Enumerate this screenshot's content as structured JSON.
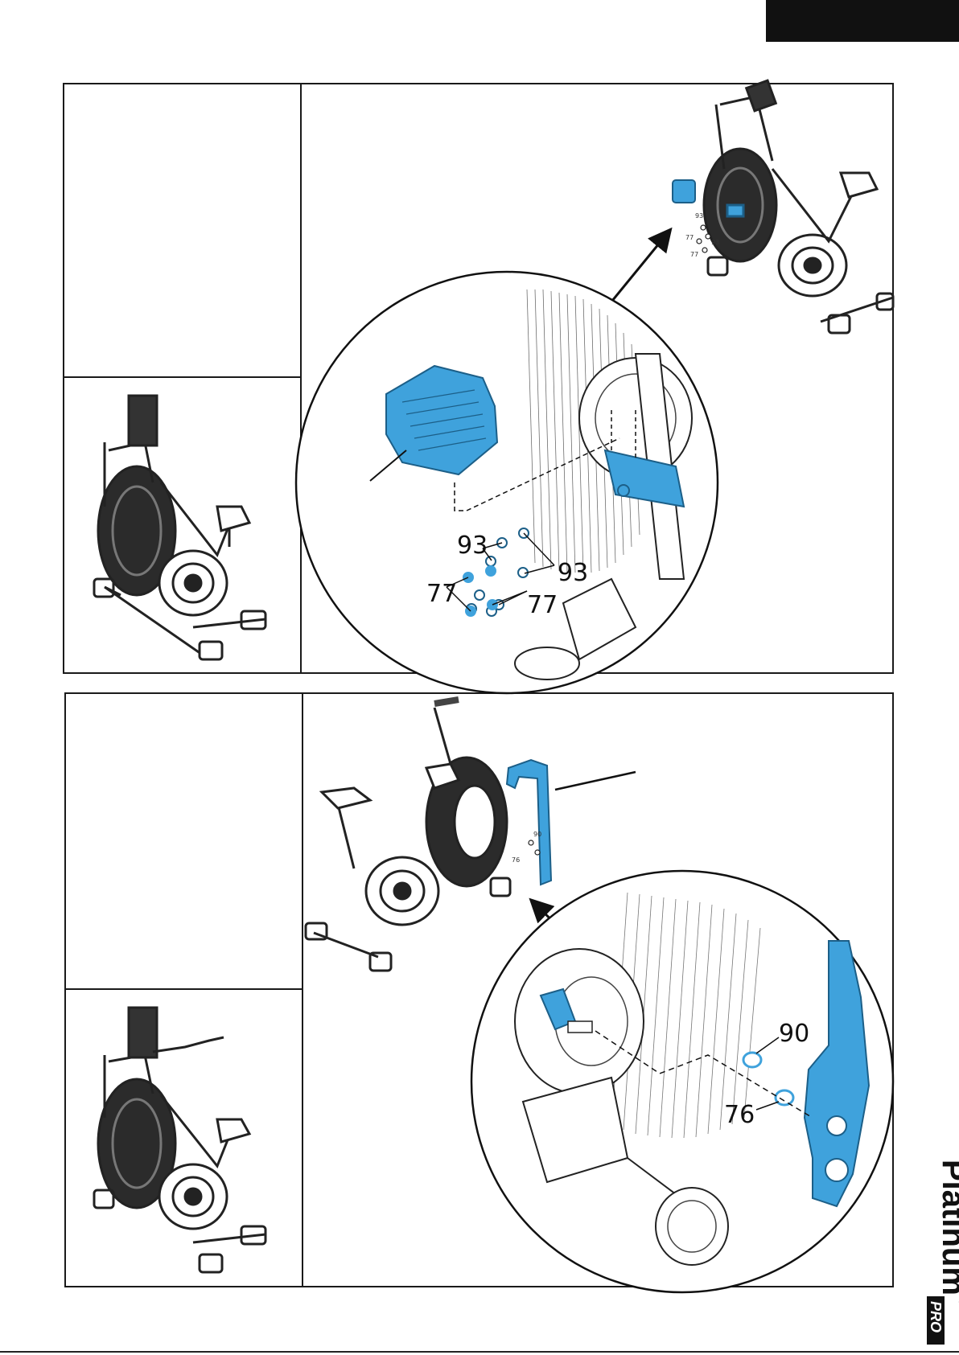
{
  "page": {
    "accent_color": "#3fa2dc",
    "ink_color": "#1a1a1a"
  },
  "step_top": {
    "callout_numbers": [
      "93",
      "93",
      "77",
      "77"
    ],
    "detail_small_labels": [
      "93",
      "77",
      "93",
      "77"
    ]
  },
  "step_bottom": {
    "callout_numbers": [
      "90",
      "76"
    ],
    "detail_small_labels": [
      "90",
      "76"
    ]
  },
  "brand": {
    "name": "Platinum",
    "mark": "®",
    "sub": "PRO"
  }
}
